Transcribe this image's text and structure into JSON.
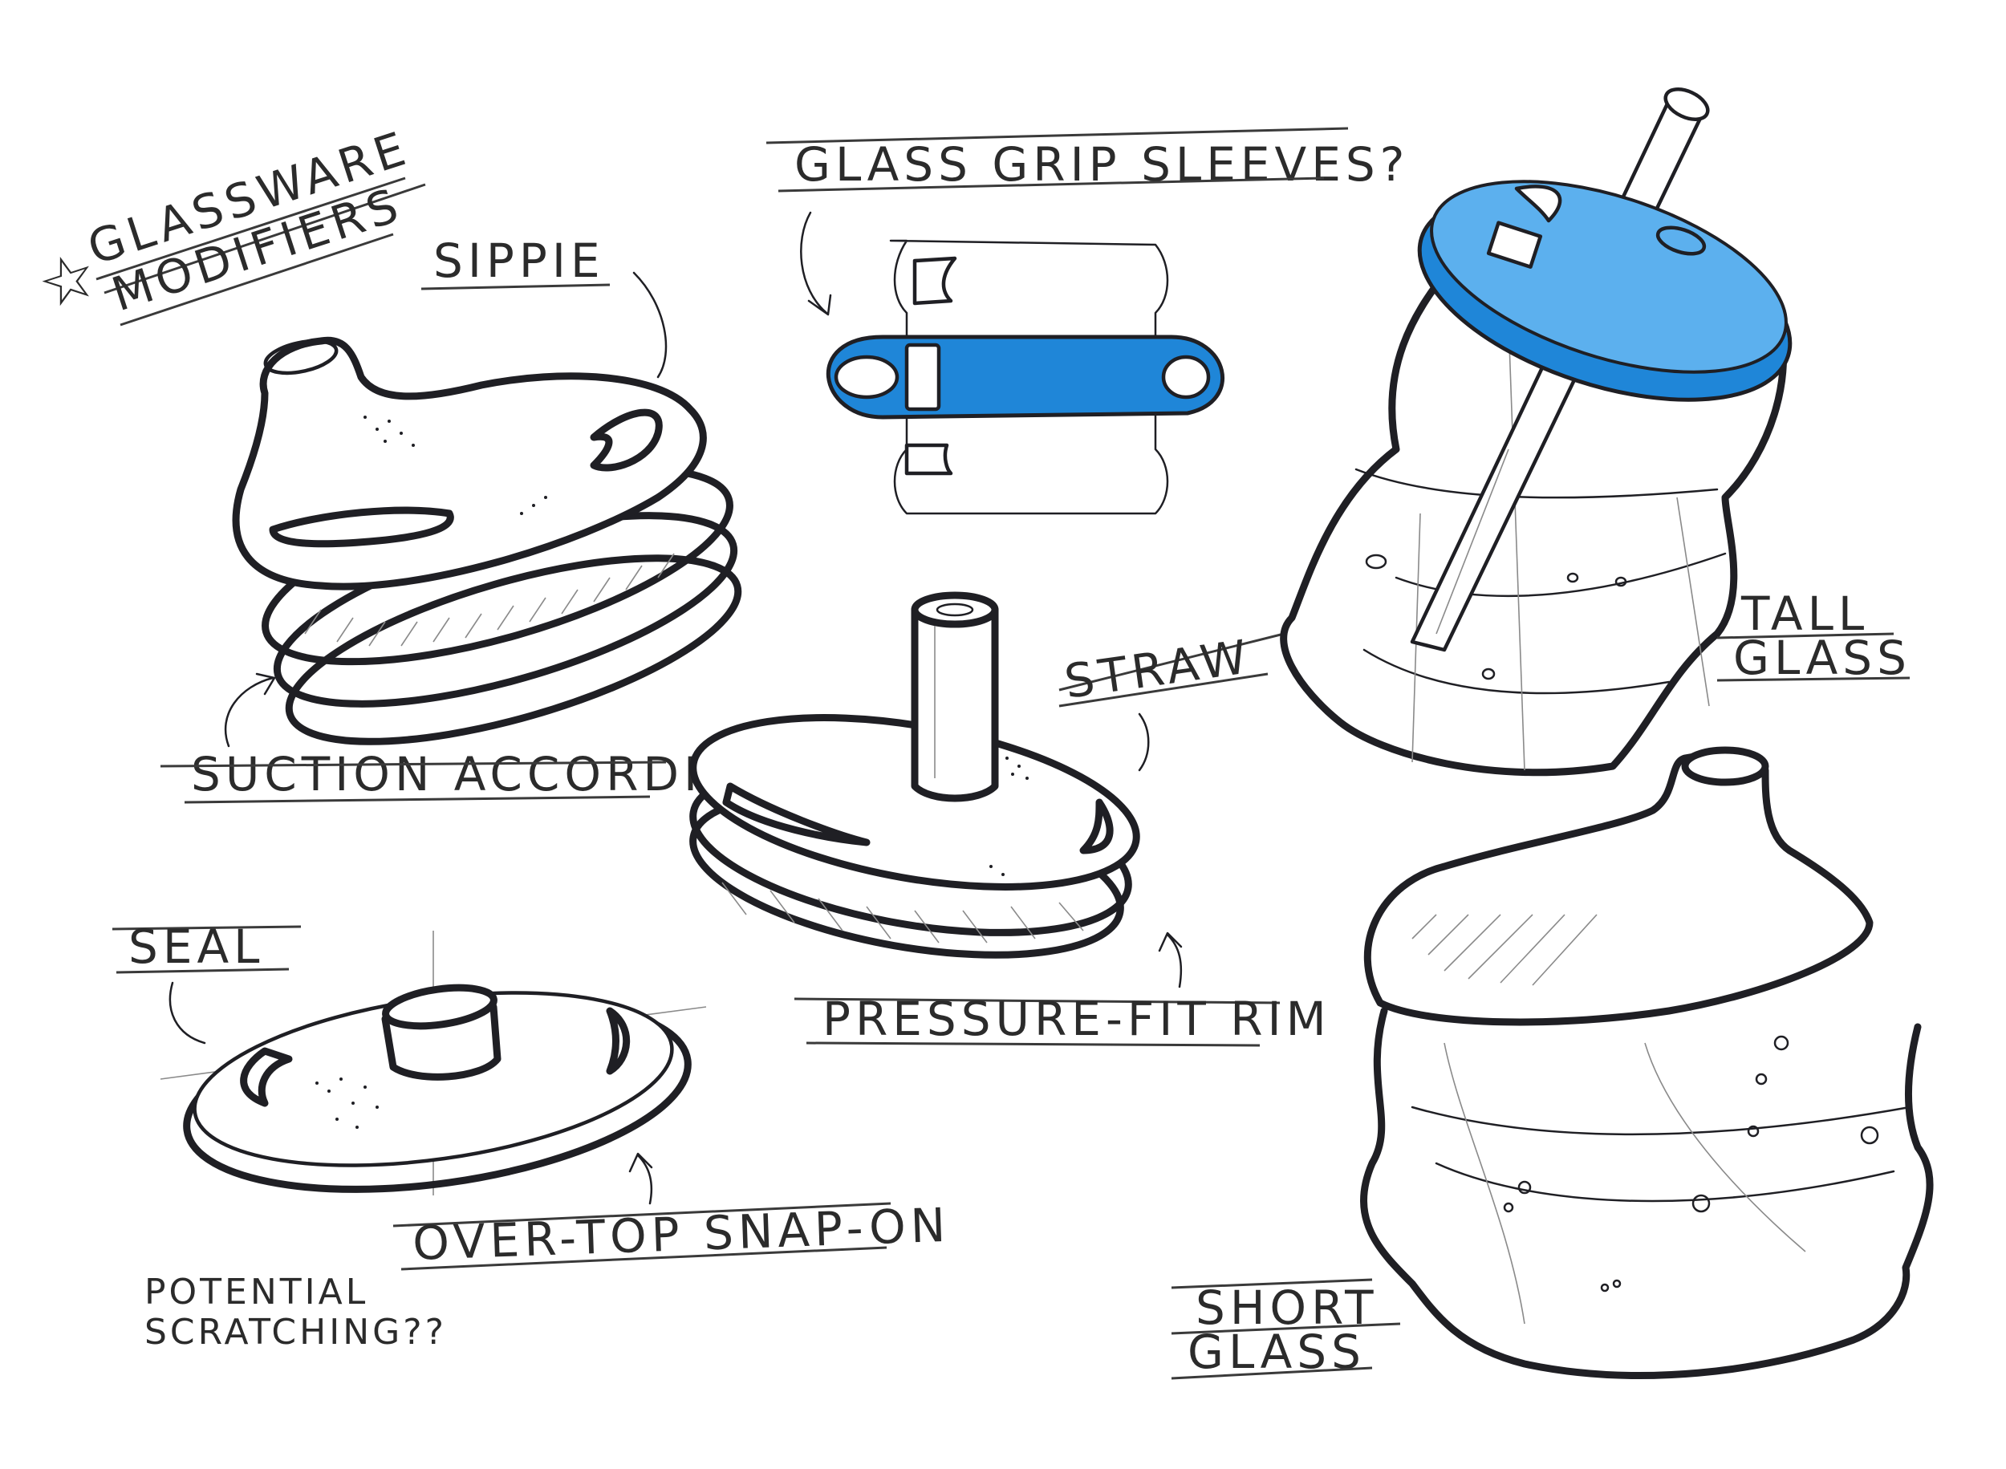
{
  "title": {
    "star": "☆",
    "line1": "GLASSWARE",
    "line2": "MODIFIERS"
  },
  "labels": {
    "sippie": "SIPPIE",
    "glass_grip_sleeves": "GLASS GRIP SLEEVES?",
    "suction_accordian": "SUCTION ACCORDIAN",
    "straw": "STRAW",
    "tall_glass_1": "TALL",
    "tall_glass_2": "GLASS",
    "seal": "SEAL",
    "pressure_fit_rim": "PRESSURE-FIT RIM",
    "over_top_snap_on": "OVER-TOP SNAP-ON",
    "potential_scratching_1": "POTENTIAL",
    "potential_scratching_2": "SCRATCHING??",
    "short_glass_1": "SHORT",
    "short_glass_2": "GLASS"
  },
  "colors": {
    "marker_blue": "#1f86d8",
    "ink": "#1f1f24",
    "paper": "#ffffff"
  }
}
